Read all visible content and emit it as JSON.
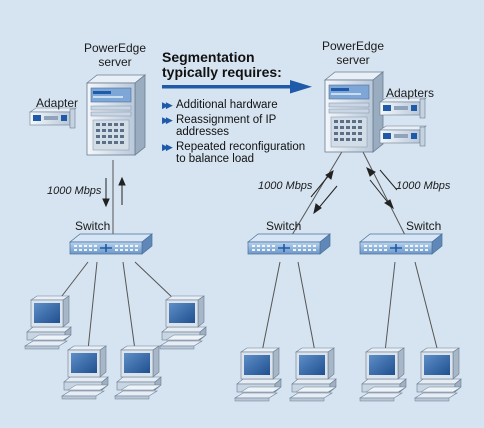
{
  "left": {
    "server_label_1": "PowerEdge",
    "server_label_2": "server",
    "adapter_label": "Adapter",
    "speed_label": "1000 Mbps",
    "switch_label": "Switch"
  },
  "right": {
    "server_label_1": "PowerEdge",
    "server_label_2": "server",
    "adapters_label": "Adapters",
    "speed_left": "1000 Mbps",
    "speed_right": "1000 Mbps",
    "switch_left": "Switch",
    "switch_right": "Switch"
  },
  "callout": {
    "title_1": "Segmentation",
    "title_2": "typically requires:",
    "bullets": [
      "Additional hardware",
      "Reassignment of IP",
      "addresses",
      "Repeated reconfiguration",
      "to balance load"
    ]
  },
  "colors": {
    "background": "#d6e4f1",
    "accent": "#1e5aa8",
    "device_body": "#dfe8f2"
  }
}
